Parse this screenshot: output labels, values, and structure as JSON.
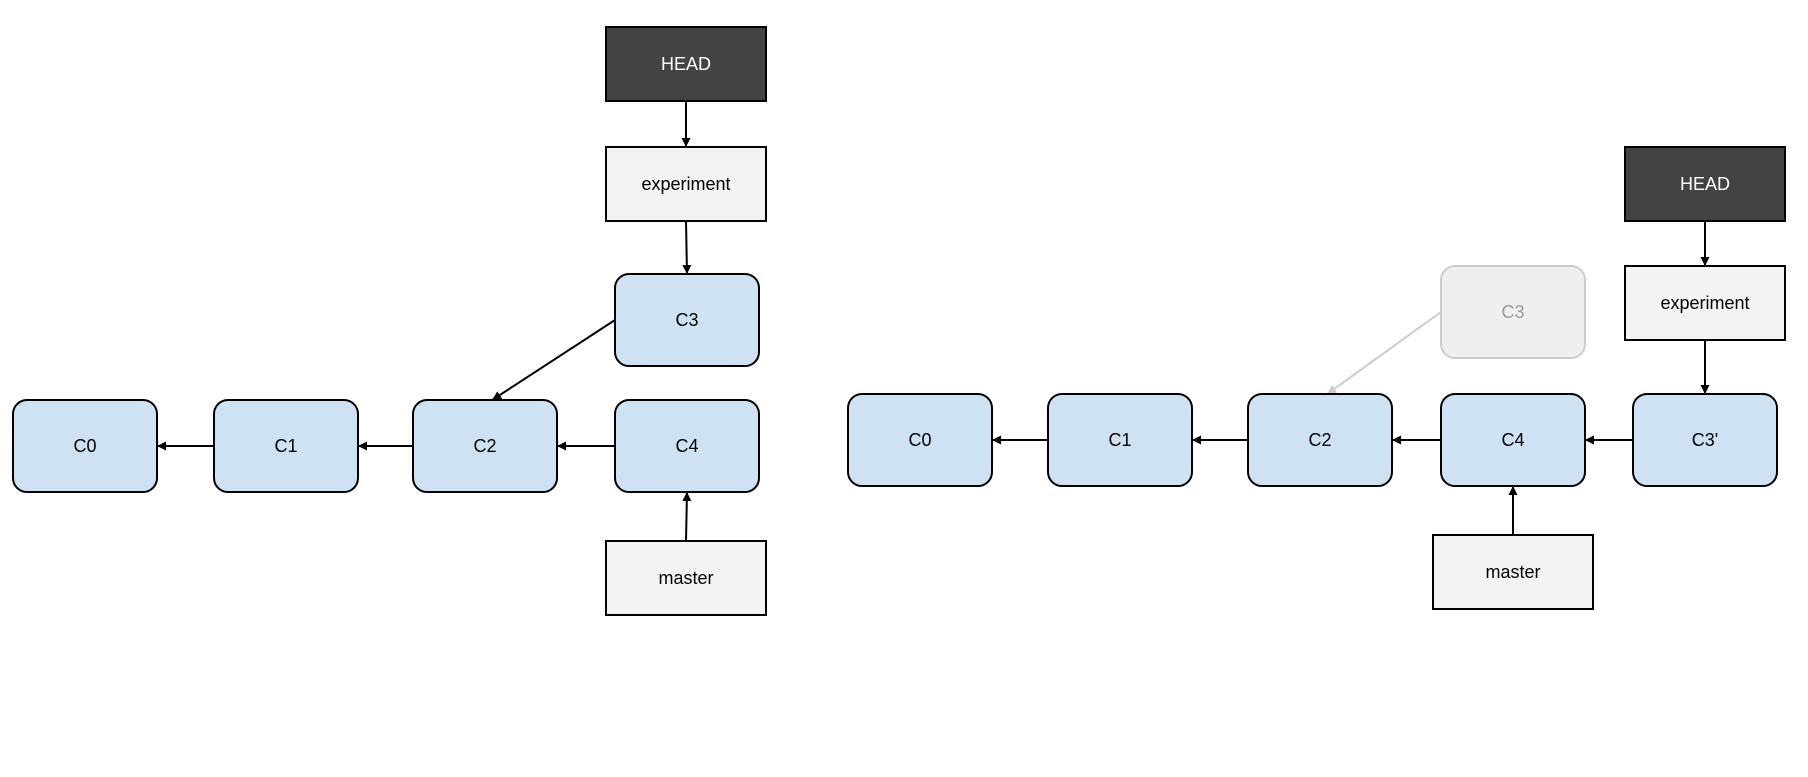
{
  "diagrams": [
    {
      "id": "before-rebase",
      "nodes": [
        {
          "id": "L-HEAD",
          "kind": "head",
          "label": "HEAD"
        },
        {
          "id": "L-experiment",
          "kind": "branch",
          "label": "experiment"
        },
        {
          "id": "L-C3",
          "kind": "commit",
          "label": "C3"
        },
        {
          "id": "L-C0",
          "kind": "commit",
          "label": "C0"
        },
        {
          "id": "L-C1",
          "kind": "commit",
          "label": "C1"
        },
        {
          "id": "L-C2",
          "kind": "commit",
          "label": "C2"
        },
        {
          "id": "L-C4",
          "kind": "commit",
          "label": "C4"
        },
        {
          "id": "L-master",
          "kind": "branch",
          "label": "master"
        }
      ],
      "edges": [
        {
          "from": "L-HEAD",
          "to": "L-experiment"
        },
        {
          "from": "L-experiment",
          "to": "L-C3"
        },
        {
          "from": "L-C3",
          "to": "L-C2"
        },
        {
          "from": "L-C1",
          "to": "L-C0"
        },
        {
          "from": "L-C2",
          "to": "L-C1"
        },
        {
          "from": "L-C4",
          "to": "L-C2"
        },
        {
          "from": "L-master",
          "to": "L-C4"
        }
      ]
    },
    {
      "id": "after-rebase",
      "nodes": [
        {
          "id": "R-HEAD",
          "kind": "head",
          "label": "HEAD"
        },
        {
          "id": "R-experiment",
          "kind": "branch",
          "label": "experiment"
        },
        {
          "id": "R-C3",
          "kind": "ghost",
          "label": "C3"
        },
        {
          "id": "R-C0",
          "kind": "commit",
          "label": "C0"
        },
        {
          "id": "R-C1",
          "kind": "commit",
          "label": "C1"
        },
        {
          "id": "R-C2",
          "kind": "commit",
          "label": "C2"
        },
        {
          "id": "R-C4",
          "kind": "commit",
          "label": "C4"
        },
        {
          "id": "R-C3p",
          "kind": "commit",
          "label": "C3'"
        },
        {
          "id": "R-master",
          "kind": "branch",
          "label": "master"
        }
      ],
      "edges": [
        {
          "from": "R-HEAD",
          "to": "R-experiment"
        },
        {
          "from": "R-experiment",
          "to": "R-C3p"
        },
        {
          "from": "R-C3",
          "to": "R-C2",
          "ghost": true
        },
        {
          "from": "R-C1",
          "to": "R-C0"
        },
        {
          "from": "R-C2",
          "to": "R-C1"
        },
        {
          "from": "R-C4",
          "to": "R-C2"
        },
        {
          "from": "R-C3p",
          "to": "R-C4"
        },
        {
          "from": "R-master",
          "to": "R-C4"
        }
      ]
    }
  ],
  "colors": {
    "commit_fill": "#cfe2f3",
    "commit_stroke": "#000000",
    "branch_fill": "#f3f3f3",
    "branch_stroke": "#000000",
    "head_fill": "#434343",
    "head_stroke": "#000000",
    "head_text": "#ffffff",
    "text": "#000000",
    "ghost_fill": "#efefef",
    "ghost_stroke": "#cccccc",
    "ghost_text": "#999999",
    "edge": "#000000",
    "ghost_edge": "#cccccc"
  }
}
